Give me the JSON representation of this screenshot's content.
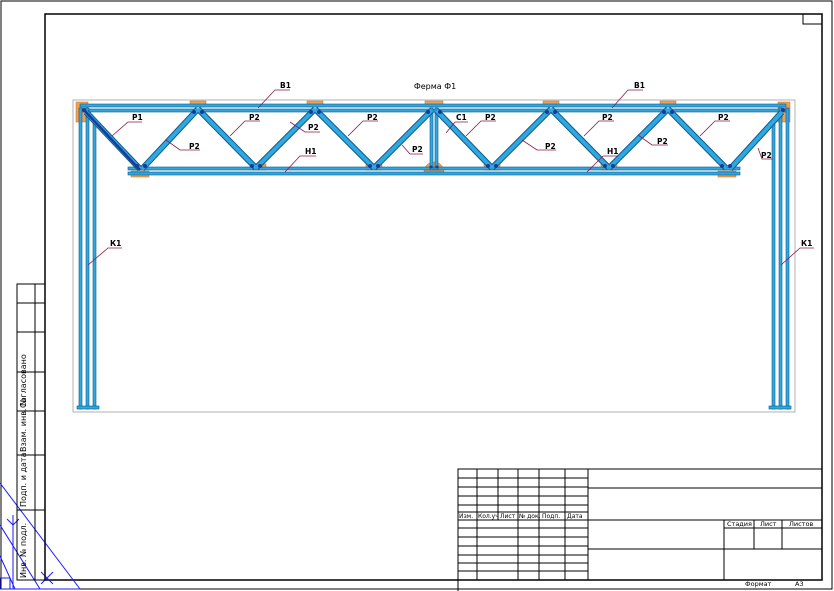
{
  "drawing": {
    "title": "Ферма Ф1",
    "labels": {
      "v1": "В1",
      "n1": "Н1",
      "r1": "Р1",
      "r2": "Р2",
      "s1": "С1",
      "k1": "К1"
    }
  },
  "side_stamp": {
    "soglasovano": "Согласовано",
    "vzam_inv": "Взам. инв. №",
    "podp_data": "Подп. и дата",
    "inv_podl": "Инв. № подл."
  },
  "title_block": {
    "izm": "Изм.",
    "kol_uch": "Кол.уч",
    "list": "Лист",
    "n_dok": "№ док.",
    "podp": "Подп.",
    "data": "Дата",
    "stadiya": "Стадия",
    "list2": "Лист",
    "listov": "Листов",
    "format_label": "Формат",
    "format_value": "А3"
  },
  "colors": {
    "steel": "#2ea8e0",
    "steel_dark": "#0d5a8c",
    "node_plate": "#f0a050",
    "leader": "#8b1a4a",
    "frame": "#000000",
    "construction": "#1a1aff"
  }
}
